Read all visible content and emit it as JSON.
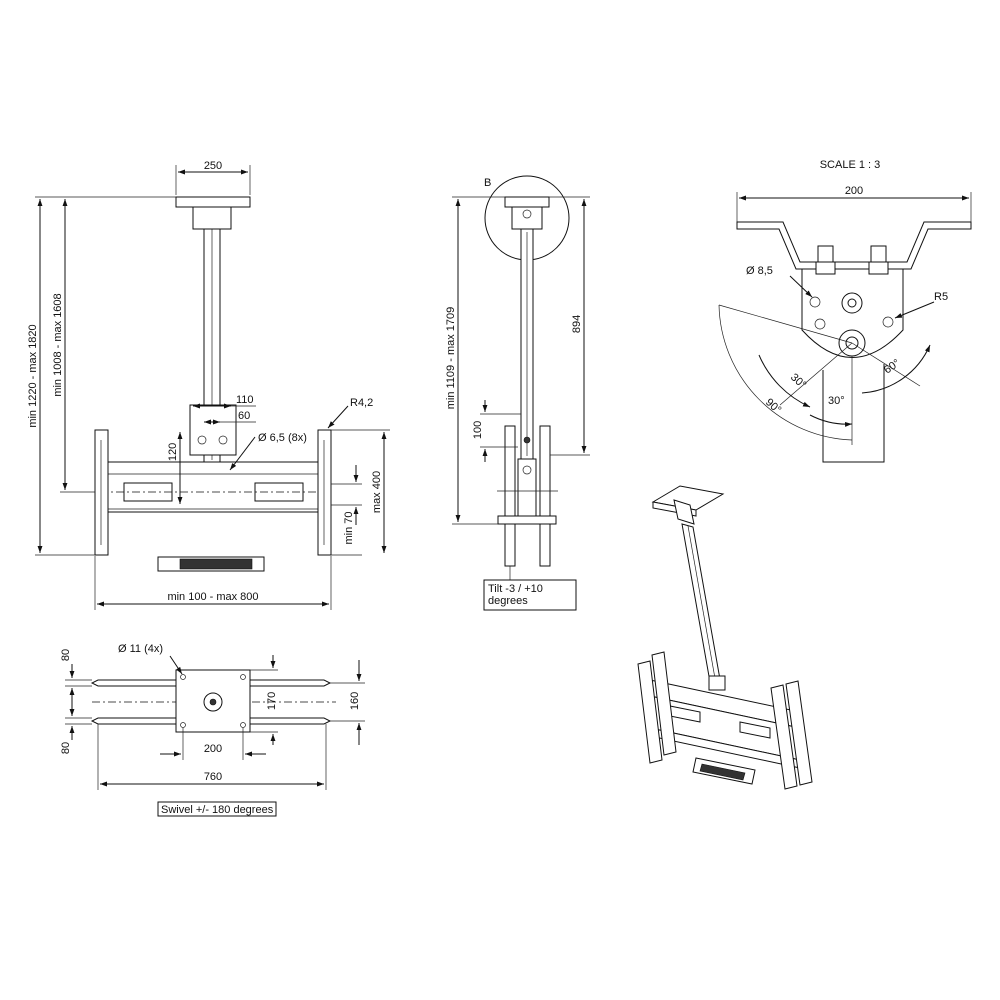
{
  "front_view": {
    "dims": {
      "plate_width": "250",
      "height_outer": "min 1220 - max 1820",
      "height_inner": "min 1008 - max 1608",
      "bracket_110": "110",
      "bracket_60": "60",
      "hole_spacing": "120",
      "holes": "Ø 6,5 (8x)",
      "radius": "R4,2",
      "rail_max": "max 400",
      "rail_min": "min 70",
      "width": "min 100 - max 800"
    }
  },
  "side_view": {
    "detail_label": "B",
    "dims": {
      "height": "min 1109 - max 1709",
      "pole": "894",
      "offset": "100"
    },
    "tilt_note": "Tilt -3 / +10 degrees"
  },
  "detail_view": {
    "scale": "SCALE 1 : 3",
    "dims": {
      "width": "200",
      "hole": "Ø 8,5",
      "radius": "R5",
      "angle_30_left": "30°",
      "angle_90": "90°",
      "angle_30_right": "30°",
      "angle_60": "60°"
    }
  },
  "top_view": {
    "dims": {
      "hole_note": "Ø 11 (4x)",
      "top_offset": "80",
      "bottom_offset": "80",
      "plate_170": "170",
      "rail_160": "160",
      "plate_200": "200",
      "width_760": "760"
    },
    "swivel_note": "Swivel +/- 180 degrees"
  },
  "colors": {
    "line": "#111111",
    "background": "#ffffff"
  }
}
